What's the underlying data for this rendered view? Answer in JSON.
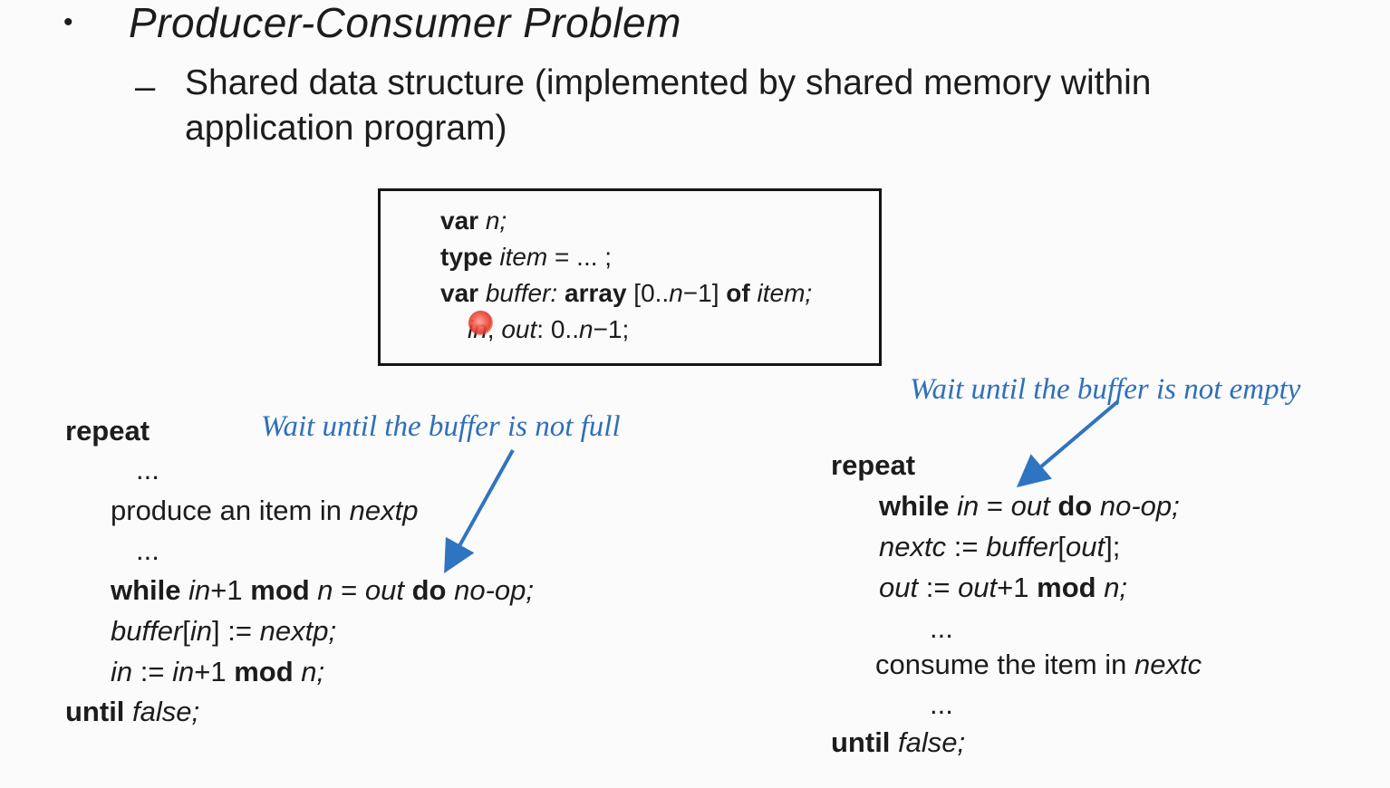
{
  "slide": {
    "bullet_glyph": "•",
    "title": "Producer-Consumer Problem",
    "dash_glyph": "–",
    "subtitle_line1": "Shared data structure (implemented by shared memory within",
    "subtitle_line2": "application program)"
  },
  "declaration_box": {
    "lines": [
      {
        "segments": [
          {
            "t": "var",
            "s": "b"
          },
          {
            "t": " n;",
            "s": "i"
          }
        ]
      },
      {
        "segments": [
          {
            "t": "type",
            "s": "b"
          },
          {
            "t": " item",
            "s": "i"
          },
          {
            "t": " = ... ;",
            "s": "p"
          }
        ]
      },
      {
        "segments": [
          {
            "t": "var",
            "s": "b"
          },
          {
            "t": " buffer:",
            "s": "i"
          },
          {
            "t": " ",
            "s": "p"
          },
          {
            "t": "array",
            "s": "b"
          },
          {
            "t": " [0..",
            "s": "p"
          },
          {
            "t": "n",
            "s": "i"
          },
          {
            "t": "−1] ",
            "s": "p"
          },
          {
            "t": "of",
            "s": "b"
          },
          {
            "t": " item;",
            "s": "i"
          }
        ]
      },
      {
        "segments": [
          {
            "t": "in",
            "s": "i"
          },
          {
            "t": ", ",
            "s": "p"
          },
          {
            "t": "out",
            "s": "i"
          },
          {
            "t": ": 0..",
            "s": "p"
          },
          {
            "t": "n",
            "s": "i"
          },
          {
            "t": "−1;",
            "s": "p"
          }
        ]
      }
    ]
  },
  "producer": {
    "lines": [
      {
        "segments": [
          {
            "t": "repeat",
            "s": "b"
          }
        ]
      },
      {
        "segments": [
          {
            "t": "...",
            "s": "p"
          }
        ]
      },
      {
        "segments": [
          {
            "t": "produce an item in ",
            "s": "p"
          },
          {
            "t": "nextp",
            "s": "i"
          }
        ]
      },
      {
        "segments": [
          {
            "t": "...",
            "s": "p"
          }
        ]
      },
      {
        "segments": [
          {
            "t": "while ",
            "s": "b"
          },
          {
            "t": "in",
            "s": "i"
          },
          {
            "t": "+1 ",
            "s": "p"
          },
          {
            "t": "mod",
            "s": "b"
          },
          {
            "t": " n",
            "s": "i"
          },
          {
            "t": " = ",
            "s": "p"
          },
          {
            "t": "out ",
            "s": "i"
          },
          {
            "t": "do",
            "s": "b"
          },
          {
            "t": " no-op;",
            "s": "i"
          }
        ]
      },
      {
        "segments": [
          {
            "t": "buffer",
            "s": "i"
          },
          {
            "t": "[",
            "s": "p"
          },
          {
            "t": "in",
            "s": "i"
          },
          {
            "t": "] := ",
            "s": "p"
          },
          {
            "t": "nextp;",
            "s": "i"
          }
        ]
      },
      {
        "segments": [
          {
            "t": "in",
            "s": "i"
          },
          {
            "t": " := ",
            "s": "p"
          },
          {
            "t": "in",
            "s": "i"
          },
          {
            "t": "+1 ",
            "s": "p"
          },
          {
            "t": "mod",
            "s": "b"
          },
          {
            "t": " n;",
            "s": "i"
          }
        ]
      },
      {
        "segments": [
          {
            "t": "until",
            "s": "b"
          },
          {
            "t": " false;",
            "s": "i"
          }
        ]
      }
    ]
  },
  "consumer": {
    "lines": [
      {
        "segments": [
          {
            "t": "repeat",
            "s": "b"
          }
        ]
      },
      {
        "segments": [
          {
            "t": "while ",
            "s": "b"
          },
          {
            "t": "in",
            "s": "i"
          },
          {
            "t": " = ",
            "s": "p"
          },
          {
            "t": "out ",
            "s": "i"
          },
          {
            "t": "do",
            "s": "b"
          },
          {
            "t": " no-op;",
            "s": "i"
          }
        ]
      },
      {
        "segments": [
          {
            "t": "nextc",
            "s": "i"
          },
          {
            "t": " := ",
            "s": "p"
          },
          {
            "t": "buffer",
            "s": "i"
          },
          {
            "t": "[",
            "s": "p"
          },
          {
            "t": "out",
            "s": "i"
          },
          {
            "t": "];",
            "s": "p"
          }
        ]
      },
      {
        "segments": [
          {
            "t": "out",
            "s": "i"
          },
          {
            "t": " := ",
            "s": "p"
          },
          {
            "t": "out",
            "s": "i"
          },
          {
            "t": "+1 ",
            "s": "p"
          },
          {
            "t": "mod",
            "s": "b"
          },
          {
            "t": " n;",
            "s": "i"
          }
        ]
      },
      {
        "segments": [
          {
            "t": "...",
            "s": "p"
          }
        ]
      },
      {
        "segments": [
          {
            "t": "consume the item in ",
            "s": "p"
          },
          {
            "t": "nextc",
            "s": "i"
          }
        ]
      },
      {
        "segments": [
          {
            "t": "...",
            "s": "p"
          }
        ]
      },
      {
        "segments": [
          {
            "t": "until",
            "s": "b"
          },
          {
            "t": " false;",
            "s": "i"
          }
        ]
      }
    ]
  },
  "annotations": {
    "left_label": "Wait until the buffer is not full",
    "right_label": "Wait until the buffer is not empty"
  },
  "laser_pointer": {
    "highlighted_word": "in"
  },
  "colors": {
    "annotation_blue": "#2f6fba",
    "arrow_blue": "#2f74c0",
    "laser_red": "#e03328",
    "text_black": "#1c1c1c",
    "box_border": "#141414",
    "background": "#fbfbfb"
  }
}
